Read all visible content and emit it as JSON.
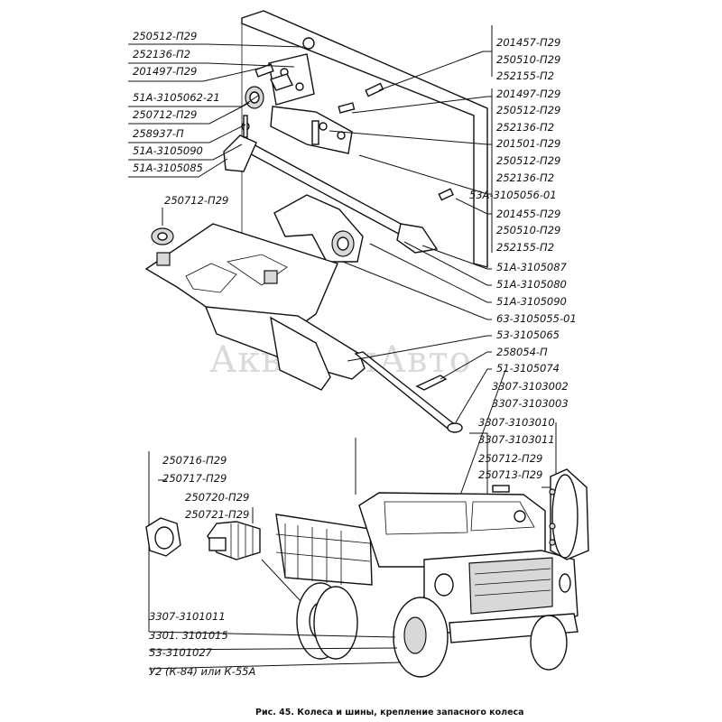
{
  "caption": "Рис. 45. Колеса и шины, крепление запасного колеса",
  "watermark": "АквилонАвто",
  "labels": [
    {
      "id": "l01",
      "text": "250512-П29"
    },
    {
      "id": "l02",
      "text": "252136-П2"
    },
    {
      "id": "l03",
      "text": "201497-П29"
    },
    {
      "id": "l04",
      "text": "51А-3105062-21"
    },
    {
      "id": "l05",
      "text": "250712-П29"
    },
    {
      "id": "l06",
      "text": "258937-П"
    },
    {
      "id": "l07",
      "text": "51А-3105090"
    },
    {
      "id": "l08",
      "text": "51А-3105085"
    },
    {
      "id": "l09",
      "text": "250712-П29"
    },
    {
      "id": "r01",
      "text": "201457-П29"
    },
    {
      "id": "r02",
      "text": "250510-П29"
    },
    {
      "id": "r03",
      "text": "252155-П2"
    },
    {
      "id": "r04",
      "text": "201497-П29"
    },
    {
      "id": "r05",
      "text": "250512-П29"
    },
    {
      "id": "r06",
      "text": "252136-П2"
    },
    {
      "id": "r07",
      "text": "201501-П29"
    },
    {
      "id": "r08",
      "text": "250512-П29"
    },
    {
      "id": "r09",
      "text": "252136-П2"
    },
    {
      "id": "r10",
      "text": "53А-3105056-01"
    },
    {
      "id": "r11",
      "text": "201455-П29"
    },
    {
      "id": "r12",
      "text": "250510-П29"
    },
    {
      "id": "r13",
      "text": "252155-П2"
    },
    {
      "id": "r14",
      "text": "51А-3105087"
    },
    {
      "id": "r15",
      "text": "51А-3105080"
    },
    {
      "id": "r16",
      "text": "51А-3105090"
    },
    {
      "id": "r17",
      "text": "63-3105055-01"
    },
    {
      "id": "r18",
      "text": "53-3105065"
    },
    {
      "id": "r19",
      "text": "258054-П"
    },
    {
      "id": "r20",
      "text": "51-3105074"
    },
    {
      "id": "r21",
      "text": "3307-3103002"
    },
    {
      "id": "r22",
      "text": "3307-3103003"
    },
    {
      "id": "r23",
      "text": "3307-3103010"
    },
    {
      "id": "r24",
      "text": "3307-3103011"
    },
    {
      "id": "r25",
      "text": "250712-П29"
    },
    {
      "id": "r26",
      "text": "250713-П29"
    },
    {
      "id": "w01",
      "text": "250716-П29"
    },
    {
      "id": "w02",
      "text": "250717-П29"
    },
    {
      "id": "w03",
      "text": "250720-П29"
    },
    {
      "id": "w04",
      "text": "250721-П29"
    },
    {
      "id": "b01",
      "text": "3307-3101011"
    },
    {
      "id": "b02",
      "text": "3301. 3101015"
    },
    {
      "id": "b03",
      "text": "53-3101027"
    },
    {
      "id": "b04",
      "text": "У2 (К-84) или К-55А"
    }
  ]
}
